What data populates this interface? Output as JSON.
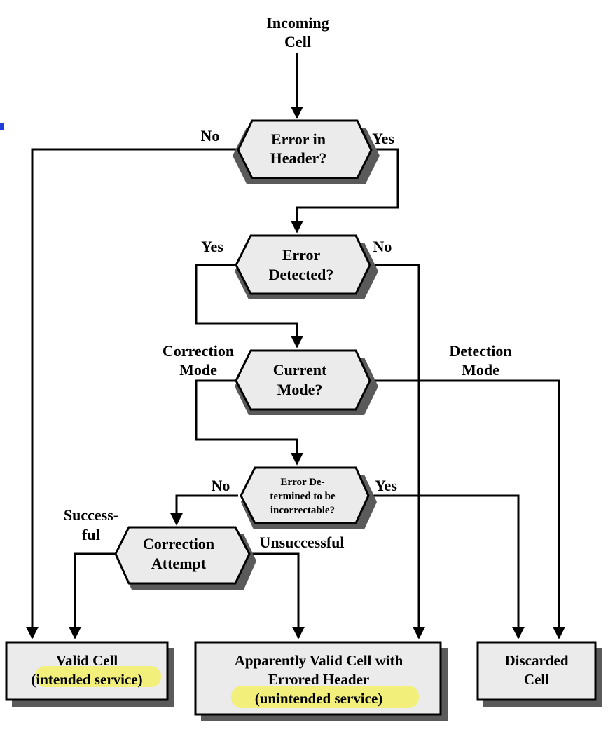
{
  "start": {
    "line1": "Incoming",
    "line2": "Cell"
  },
  "decisions": {
    "error_in_header": {
      "line1": "Error in",
      "line2": "Header?"
    },
    "error_detected": {
      "line1": "Error",
      "line2": "Detected?"
    },
    "current_mode": {
      "line1": "Current",
      "line2": "Mode?"
    },
    "incorrectable": {
      "line1": "Error De-",
      "line2": "termined to be",
      "line3": "incorrectable?"
    },
    "correction_attempt": {
      "line1": "Correction",
      "line2": "Attempt"
    }
  },
  "edge_labels": {
    "header_no": "No",
    "header_yes": "Yes",
    "detected_yes": "Yes",
    "detected_no": "No",
    "correction_mode_1": "Correction",
    "correction_mode_2": "Mode",
    "detection_mode_1": "Detection",
    "detection_mode_2": "Mode",
    "incorrectable_no": "No",
    "incorrectable_yes": "Yes",
    "successful_1": "Success-",
    "successful_2": "ful",
    "unsuccessful": "Unsuccessful"
  },
  "outcomes": {
    "valid": {
      "line1": "Valid Cell",
      "line2": "(intended service)"
    },
    "apparently_valid": {
      "line1": "Apparently Valid Cell with",
      "line2": "Errored Header",
      "line3": "(unintended service)"
    },
    "discarded": {
      "line1": "Discarded",
      "line2": "Cell"
    }
  },
  "colors": {
    "shape_fill": "#ebebeb",
    "shadow": "#5a5a5a",
    "highlight": "#f2f07a",
    "stroke": "#000000",
    "marker": "#1f3fd8"
  }
}
